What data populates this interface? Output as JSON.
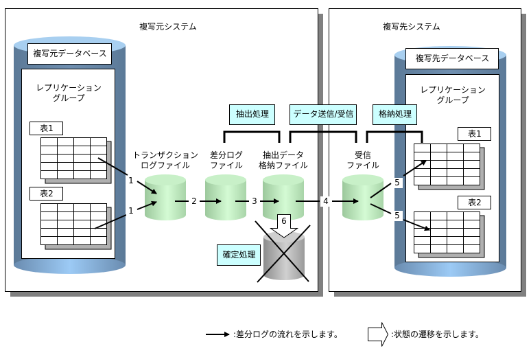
{
  "source_system": {
    "title": "複写元システム",
    "database_label": "複写元データベース",
    "group_label_line1": "レプリケーション",
    "group_label_line2": "グループ",
    "tables": [
      "表1",
      "表2"
    ]
  },
  "target_system": {
    "title": "複写先システム",
    "database_label": "複写先データベース",
    "group_label_line1": "レプリケーション",
    "group_label_line2": "グループ",
    "tables": [
      "表1",
      "表2"
    ]
  },
  "files": {
    "transaction_log": {
      "line1": "トランザクション",
      "line2": "ログファイル"
    },
    "diff_log": {
      "line1": "差分ログ",
      "line2": "ファイル"
    },
    "extract_data": {
      "line1": "抽出データ",
      "line2": "格納ファイル"
    },
    "receive_file": {
      "line1": "受信",
      "line2": "ファイル"
    }
  },
  "processes": {
    "extract": "抽出処理",
    "send_receive": "データ送信/受信",
    "store": "格納処理",
    "commit": "確定処理"
  },
  "steps": {
    "s1a": "1",
    "s1b": "1",
    "s2": "2",
    "s3": "3",
    "s4": "4",
    "s5a": "5",
    "s5b": "5",
    "s6": "6"
  },
  "legend": {
    "flow_arrow_text": ":差分ログの流れを示します。",
    "state_arrow_text": ":状態の遷移を示します。"
  },
  "colors": {
    "db_body": "#5f7f9f",
    "db_top": "#a8cff0",
    "file_green": "#c8f0c8",
    "process_box": "#ccffff",
    "shadow": "#808080",
    "table_shadow": "#b0b0b0"
  }
}
